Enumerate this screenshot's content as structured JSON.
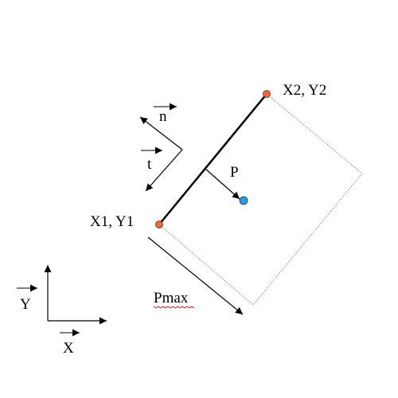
{
  "labels": {
    "p2": "X2, Y2",
    "p1": "X1, Y1",
    "n": "n",
    "t": "t",
    "p": "P",
    "pmax": "Pmax",
    "y": "Y",
    "x": "X"
  },
  "colors": {
    "endpoint": "#ff6633",
    "point_p": "#1ea0e6",
    "line": "#000000",
    "dotted": "#555555",
    "underline": "#ff0000"
  }
}
